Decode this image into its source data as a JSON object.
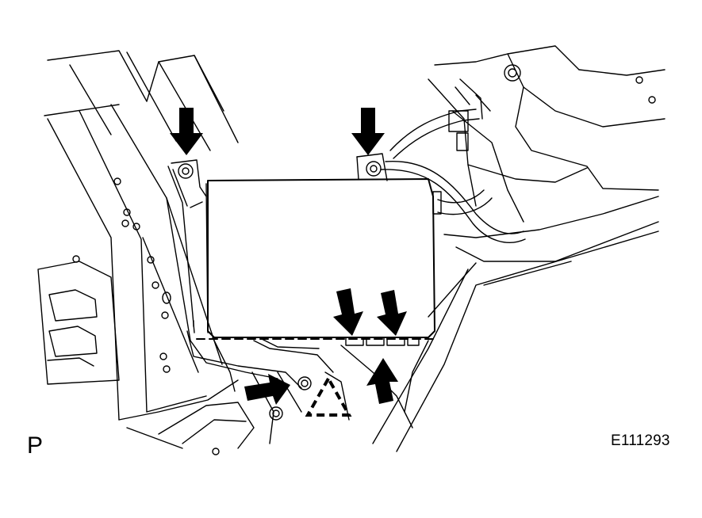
{
  "labels": {
    "corner_letter": "P",
    "figure_code": "E111293"
  },
  "colors": {
    "line": "#000000",
    "background": "#ffffff"
  },
  "callouts": {
    "arrow_count": 6,
    "arrow_icon": "solid-black-arrow",
    "triangle_icon": "dashed-triangle"
  }
}
